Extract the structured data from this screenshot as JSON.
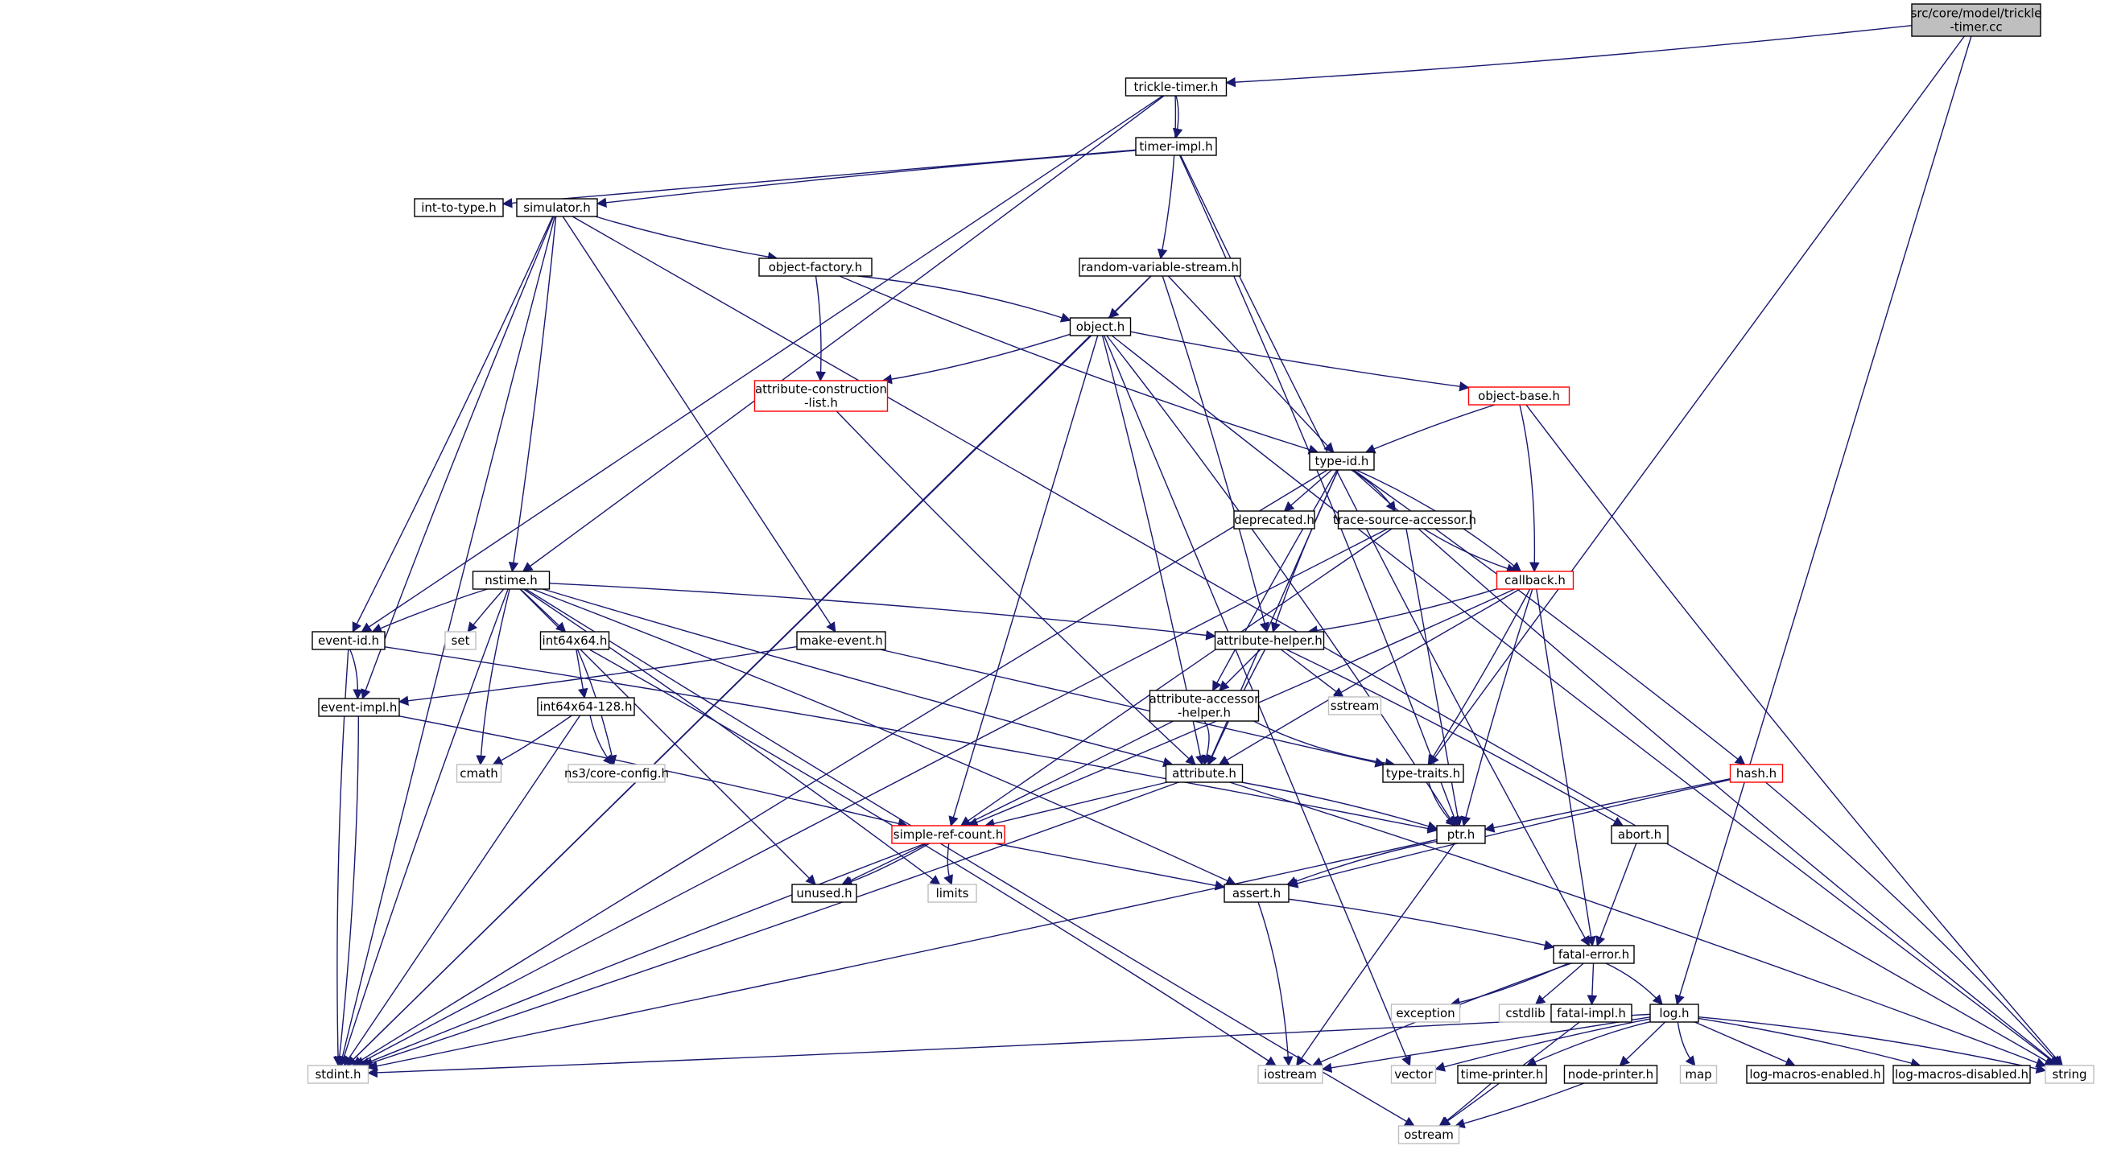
{
  "colors": {
    "edge": "#191970",
    "root_fill": "#bfbfbf",
    "node_border": "#000000",
    "truncated_border": "#ff0000",
    "system_border": "#bfbfbf",
    "system_text": "#404040",
    "text": "#000000"
  },
  "nodes": [
    {
      "id": "root",
      "label": "src/core/model/trickle\n-timer.cc",
      "kind": "root"
    },
    {
      "id": "trickle_timer_h",
      "label": "trickle-timer.h",
      "kind": "normal"
    },
    {
      "id": "timer_impl_h",
      "label": "timer-impl.h",
      "kind": "normal"
    },
    {
      "id": "int_to_type_h",
      "label": "int-to-type.h",
      "kind": "normal"
    },
    {
      "id": "simulator_h",
      "label": "simulator.h",
      "kind": "normal"
    },
    {
      "id": "object_factory_h",
      "label": "object-factory.h",
      "kind": "normal"
    },
    {
      "id": "random_variable_stream_h",
      "label": "random-variable-stream.h",
      "kind": "normal"
    },
    {
      "id": "object_h",
      "label": "object.h",
      "kind": "normal"
    },
    {
      "id": "attr_construction_list_h",
      "label": "attribute-construction\n-list.h",
      "kind": "truncated"
    },
    {
      "id": "object_base_h",
      "label": "object-base.h",
      "kind": "truncated"
    },
    {
      "id": "type_id_h",
      "label": "type-id.h",
      "kind": "normal"
    },
    {
      "id": "deprecated_h",
      "label": "deprecated.h",
      "kind": "normal"
    },
    {
      "id": "trace_source_accessor_h",
      "label": "trace-source-accessor.h",
      "kind": "normal"
    },
    {
      "id": "callback_h",
      "label": "callback.h",
      "kind": "truncated"
    },
    {
      "id": "nstime_h",
      "label": "nstime.h",
      "kind": "normal"
    },
    {
      "id": "set",
      "label": "set",
      "kind": "system"
    },
    {
      "id": "int64x64_h",
      "label": "int64x64.h",
      "kind": "normal"
    },
    {
      "id": "event_id_h",
      "label": "event-id.h",
      "kind": "normal"
    },
    {
      "id": "make_event_h",
      "label": "make-event.h",
      "kind": "normal"
    },
    {
      "id": "attribute_helper_h",
      "label": "attribute-helper.h",
      "kind": "normal"
    },
    {
      "id": "sstream",
      "label": "sstream",
      "kind": "system"
    },
    {
      "id": "event_impl_h",
      "label": "event-impl.h",
      "kind": "normal"
    },
    {
      "id": "int64x64_128_h",
      "label": "int64x64-128.h",
      "kind": "normal"
    },
    {
      "id": "attribute_accessor_helper_h",
      "label": "attribute-accessor\n-helper.h",
      "kind": "normal"
    },
    {
      "id": "cmath",
      "label": "cmath",
      "kind": "system"
    },
    {
      "id": "ns3_core_config_h",
      "label": "ns3/core-config.h",
      "kind": "system"
    },
    {
      "id": "attribute_h",
      "label": "attribute.h",
      "kind": "normal"
    },
    {
      "id": "type_traits_h",
      "label": "type-traits.h",
      "kind": "normal"
    },
    {
      "id": "hash_h",
      "label": "hash.h",
      "kind": "truncated"
    },
    {
      "id": "simple_ref_count_h",
      "label": "simple-ref-count.h",
      "kind": "truncated"
    },
    {
      "id": "ptr_h",
      "label": "ptr.h",
      "kind": "normal"
    },
    {
      "id": "abort_h",
      "label": "abort.h",
      "kind": "normal"
    },
    {
      "id": "unused_h",
      "label": "unused.h",
      "kind": "normal"
    },
    {
      "id": "limits",
      "label": "limits",
      "kind": "system"
    },
    {
      "id": "assert_h",
      "label": "assert.h",
      "kind": "normal"
    },
    {
      "id": "fatal_error_h",
      "label": "fatal-error.h",
      "kind": "normal"
    },
    {
      "id": "exception",
      "label": "exception",
      "kind": "system"
    },
    {
      "id": "cstdlib",
      "label": "cstdlib",
      "kind": "system"
    },
    {
      "id": "fatal_impl_h",
      "label": "fatal-impl.h",
      "kind": "normal"
    },
    {
      "id": "log_h",
      "label": "log.h",
      "kind": "normal"
    },
    {
      "id": "stdint_h",
      "label": "stdint.h",
      "kind": "system"
    },
    {
      "id": "iostream",
      "label": "iostream",
      "kind": "system"
    },
    {
      "id": "vector",
      "label": "vector",
      "kind": "system"
    },
    {
      "id": "time_printer_h",
      "label": "time-printer.h",
      "kind": "normal"
    },
    {
      "id": "node_printer_h",
      "label": "node-printer.h",
      "kind": "normal"
    },
    {
      "id": "map",
      "label": "map",
      "kind": "system"
    },
    {
      "id": "log_macros_enabled_h",
      "label": "log-macros-enabled.h",
      "kind": "normal"
    },
    {
      "id": "log_macros_disabled_h",
      "label": "log-macros-disabled.h",
      "kind": "normal"
    },
    {
      "id": "string",
      "label": "string",
      "kind": "system"
    },
    {
      "id": "ostream",
      "label": "ostream",
      "kind": "system"
    }
  ],
  "edges": [
    [
      "root",
      "trickle_timer_h"
    ],
    [
      "root",
      "type_traits_h"
    ],
    [
      "root",
      "log_h"
    ],
    [
      "trickle_timer_h",
      "timer_impl_h"
    ],
    [
      "trickle_timer_h",
      "random_variable_stream_h"
    ],
    [
      "trickle_timer_h",
      "nstime_h"
    ],
    [
      "trickle_timer_h",
      "event_id_h"
    ],
    [
      "timer_impl_h",
      "int_to_type_h"
    ],
    [
      "timer_impl_h",
      "simulator_h"
    ],
    [
      "timer_impl_h",
      "ptr_h"
    ],
    [
      "timer_impl_h",
      "fatal_error_h"
    ],
    [
      "simulator_h",
      "object_factory_h"
    ],
    [
      "simulator_h",
      "make_event_h"
    ],
    [
      "simulator_h",
      "nstime_h"
    ],
    [
      "simulator_h",
      "event_id_h"
    ],
    [
      "simulator_h",
      "event_impl_h"
    ],
    [
      "simulator_h",
      "stdint_h"
    ],
    [
      "simulator_h",
      "string"
    ],
    [
      "object_factory_h",
      "attr_construction_list_h"
    ],
    [
      "object_factory_h",
      "object_h"
    ],
    [
      "object_factory_h",
      "type_id_h"
    ],
    [
      "random_variable_stream_h",
      "object_h"
    ],
    [
      "random_variable_stream_h",
      "type_id_h"
    ],
    [
      "random_variable_stream_h",
      "attribute_helper_h"
    ],
    [
      "random_variable_stream_h",
      "stdint_h"
    ],
    [
      "object_h",
      "attr_construction_list_h"
    ],
    [
      "object_h",
      "object_base_h"
    ],
    [
      "object_h",
      "simple_ref_count_h"
    ],
    [
      "object_h",
      "attribute_h"
    ],
    [
      "object_h",
      "ptr_h"
    ],
    [
      "object_h",
      "stdint_h"
    ],
    [
      "object_h",
      "string"
    ],
    [
      "object_h",
      "vector"
    ],
    [
      "object_base_h",
      "type_id_h"
    ],
    [
      "object_base_h",
      "callback_h"
    ],
    [
      "object_base_h",
      "string"
    ],
    [
      "attr_construction_list_h",
      "attribute_h"
    ],
    [
      "type_id_h",
      "deprecated_h"
    ],
    [
      "type_id_h",
      "trace_source_accessor_h"
    ],
    [
      "type_id_h",
      "callback_h"
    ],
    [
      "type_id_h",
      "attribute_helper_h"
    ],
    [
      "type_id_h",
      "attribute_accessor_helper_h"
    ],
    [
      "type_id_h",
      "attribute_h"
    ],
    [
      "type_id_h",
      "hash_h"
    ],
    [
      "type_id_h",
      "stdint_h"
    ],
    [
      "type_id_h",
      "string"
    ],
    [
      "trace_source_accessor_h",
      "callback_h"
    ],
    [
      "trace_source_accessor_h",
      "ptr_h"
    ],
    [
      "trace_source_accessor_h",
      "simple_ref_count_h"
    ],
    [
      "trace_source_accessor_h",
      "stdint_h"
    ],
    [
      "callback_h",
      "attribute_helper_h"
    ],
    [
      "callback_h",
      "ptr_h"
    ],
    [
      "callback_h",
      "fatal_error_h"
    ],
    [
      "callback_h",
      "attribute_h"
    ],
    [
      "callback_h",
      "type_traits_h"
    ],
    [
      "callback_h",
      "simple_ref_count_h"
    ],
    [
      "nstime_h",
      "set"
    ],
    [
      "nstime_h",
      "int64x64_h"
    ],
    [
      "nstime_h",
      "event_id_h"
    ],
    [
      "nstime_h",
      "attribute_helper_h"
    ],
    [
      "nstime_h",
      "cmath"
    ],
    [
      "nstime_h",
      "attribute_h"
    ],
    [
      "nstime_h",
      "unused_h"
    ],
    [
      "nstime_h",
      "limits"
    ],
    [
      "nstime_h",
      "assert_h"
    ],
    [
      "nstime_h",
      "stdint_h"
    ],
    [
      "nstime_h",
      "ostream"
    ],
    [
      "int64x64_h",
      "int64x64_128_h"
    ],
    [
      "int64x64_h",
      "ns3_core_config_h"
    ],
    [
      "int64x64_h",
      "iostream"
    ],
    [
      "int64x64_128_h",
      "cmath"
    ],
    [
      "int64x64_128_h",
      "ns3_core_config_h"
    ],
    [
      "int64x64_128_h",
      "stdint_h"
    ],
    [
      "event_id_h",
      "event_impl_h"
    ],
    [
      "event_id_h",
      "ptr_h"
    ],
    [
      "event_id_h",
      "stdint_h"
    ],
    [
      "make_event_h",
      "event_impl_h"
    ],
    [
      "make_event_h",
      "type_traits_h"
    ],
    [
      "event_impl_h",
      "simple_ref_count_h"
    ],
    [
      "event_impl_h",
      "stdint_h"
    ],
    [
      "attribute_helper_h",
      "attribute_accessor_helper_h"
    ],
    [
      "attribute_helper_h",
      "attribute_h"
    ],
    [
      "attribute_helper_h",
      "sstream"
    ],
    [
      "attribute_helper_h",
      "abort_h"
    ],
    [
      "attribute_accessor_helper_h",
      "attribute_h"
    ],
    [
      "attribute_accessor_helper_h",
      "type_traits_h"
    ],
    [
      "attribute_accessor_helper_h",
      "unused_h"
    ],
    [
      "attribute_h",
      "simple_ref_count_h"
    ],
    [
      "attribute_h",
      "ptr_h"
    ],
    [
      "attribute_h",
      "string"
    ],
    [
      "attribute_h",
      "stdint_h"
    ],
    [
      "type_traits_h",
      "ptr_h"
    ],
    [
      "hash_h",
      "ptr_h"
    ],
    [
      "hash_h",
      "assert_h"
    ],
    [
      "hash_h",
      "string"
    ],
    [
      "simple_ref_count_h",
      "unused_h"
    ],
    [
      "simple_ref_count_h",
      "limits"
    ],
    [
      "simple_ref_count_h",
      "assert_h"
    ],
    [
      "simple_ref_count_h",
      "stdint_h"
    ],
    [
      "ptr_h",
      "assert_h"
    ],
    [
      "ptr_h",
      "iostream"
    ],
    [
      "ptr_h",
      "stdint_h"
    ],
    [
      "abort_h",
      "fatal_error_h"
    ],
    [
      "assert_h",
      "fatal_error_h"
    ],
    [
      "assert_h",
      "iostream"
    ],
    [
      "fatal_error_h",
      "exception"
    ],
    [
      "fatal_error_h",
      "cstdlib"
    ],
    [
      "fatal_error_h",
      "fatal_impl_h"
    ],
    [
      "fatal_error_h",
      "log_h"
    ],
    [
      "fatal_error_h",
      "iostream"
    ],
    [
      "fatal_impl_h",
      "ostream"
    ],
    [
      "log_h",
      "stdint_h"
    ],
    [
      "log_h",
      "iostream"
    ],
    [
      "log_h",
      "vector"
    ],
    [
      "log_h",
      "time_printer_h"
    ],
    [
      "log_h",
      "node_printer_h"
    ],
    [
      "log_h",
      "map"
    ],
    [
      "log_h",
      "log_macros_enabled_h"
    ],
    [
      "log_h",
      "log_macros_disabled_h"
    ],
    [
      "log_h",
      "string"
    ],
    [
      "time_printer_h",
      "ostream"
    ],
    [
      "node_printer_h",
      "ostream"
    ]
  ]
}
